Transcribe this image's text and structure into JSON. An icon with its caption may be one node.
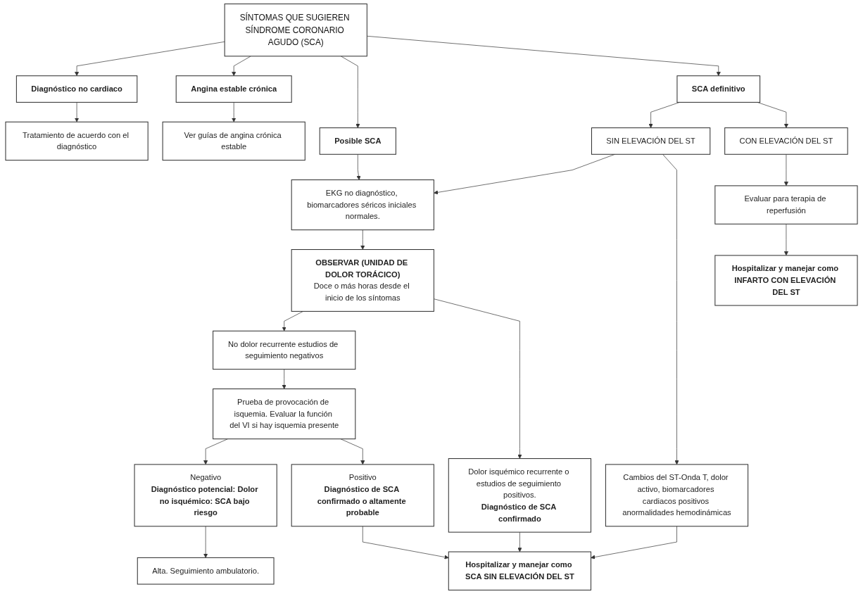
{
  "diagram": {
    "nodes": [
      {
        "text": [
          "SÍNTOMAS QUE SUGIEREN SÍNDROME CORONARIO AGUDO (SCA)"
        ]
      },
      {
        "text": [
          "Diagnóstico no cardiaco"
        ]
      },
      {
        "text": [
          "Angina estable crónica"
        ]
      },
      {
        "text": [
          "Posible SCA"
        ]
      },
      {
        "text": [
          "SCA definitivo"
        ]
      },
      {
        "text": [
          "Tratamiento de acuerdo con el diagnóstico"
        ]
      },
      {
        "text": [
          "Ver guías de angina crónica estable"
        ]
      },
      {
        "text": [
          "SIN ELEVACIÓN DEL ST"
        ]
      },
      {
        "text": [
          "CON ELEVACIÓN DEL ST"
        ]
      },
      {
        "text": [
          "EKG no diagnóstico, biomarcadores séricos iniciales normales."
        ]
      },
      {
        "text": [
          "Cambios del ST-Onda T, dolor activo, biomarcadores cardiacos positivos anormalidades hemodinámicas"
        ]
      },
      {
        "text": [
          "OBSERVAR (UNIDAD DE DOLOR TORÁCICO)",
          "Doce o más horas desde el inicio de los síntomas"
        ]
      },
      {
        "text": [
          "No dolor recurrente estudios de seguimiento negativos"
        ]
      },
      {
        "text": [
          "Dolor isquémico recurrente o estudios de seguimiento positivos.",
          "Diagnóstico de SCA confirmado"
        ]
      },
      {
        "text": [
          "Evaluar para terapia de reperfusión"
        ]
      },
      {
        "text": [
          "Prueba de provocación de isquemia. Evaluar la función del VI si hay isquemia presente"
        ]
      },
      {
        "text": [
          "Negativo",
          "Diagnóstico potencial: Dolor no isquémico: SCA bajo riesgo"
        ]
      },
      {
        "text": [
          "Positivo",
          "Diagnóstico de SCA confirmado o altamente probable"
        ]
      },
      {
        "text": [
          "Hospitalizar y manejar como SCA SIN ELEVACIÓN DEL ST"
        ]
      },
      {
        "text": [
          "Hospitalizar y manejar como INFARTO CON ELEVACIÓN DEL ST"
        ]
      },
      {
        "text": [
          "Alta. Seguimiento ambulatorio."
        ]
      }
    ],
    "edges": [
      {
        "from": 0,
        "to": 1,
        "arrow": "to"
      },
      {
        "from": 0,
        "to": 2,
        "arrow": "to"
      },
      {
        "from": 0,
        "to": 3,
        "arrow": "to"
      },
      {
        "from": 0,
        "to": 4,
        "arrow": "to"
      },
      {
        "from": 1,
        "to": 5,
        "arrow": "to"
      },
      {
        "from": 2,
        "to": 6,
        "arrow": "to"
      },
      {
        "from": 4,
        "to": 7,
        "arrow": "to"
      },
      {
        "from": 4,
        "to": 8,
        "arrow": "to"
      },
      {
        "from": 3,
        "to": 9,
        "arrow": "to"
      },
      {
        "from": 7,
        "to": 9,
        "arrow": "to"
      },
      {
        "from": 7,
        "to": 10,
        "arrow": "to"
      },
      {
        "from": 9,
        "to": 11,
        "arrow": "to"
      },
      {
        "from": 11,
        "to": 12,
        "arrow": "to"
      },
      {
        "from": 11,
        "to": 13,
        "arrow": "to"
      },
      {
        "from": 8,
        "to": 14,
        "arrow": "to"
      },
      {
        "from": 12,
        "to": 15,
        "arrow": "to"
      },
      {
        "from": 15,
        "to": 16,
        "arrow": "to"
      },
      {
        "from": 15,
        "to": 17,
        "arrow": "to"
      },
      {
        "from": 13,
        "to": 18,
        "arrow": "to"
      },
      {
        "from": 10,
        "to": 18,
        "arrow": "to"
      },
      {
        "from": 17,
        "to": 18,
        "arrow": "to"
      },
      {
        "from": 14,
        "to": 19,
        "arrow": "to"
      },
      {
        "from": 16,
        "to": 20,
        "arrow": "to"
      }
    ]
  }
}
